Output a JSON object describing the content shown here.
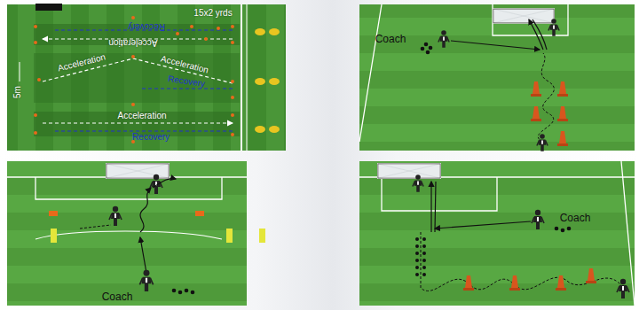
{
  "diagram": {
    "labels": [
      "Recovery",
      "Acceleration",
      "15x2 yrds",
      "5m",
      "Acceleration",
      "Acceleration",
      "Recovery",
      "Acceleration",
      "Recovery",
      "Coach",
      "Coach",
      "Coach"
    ]
  }
}
